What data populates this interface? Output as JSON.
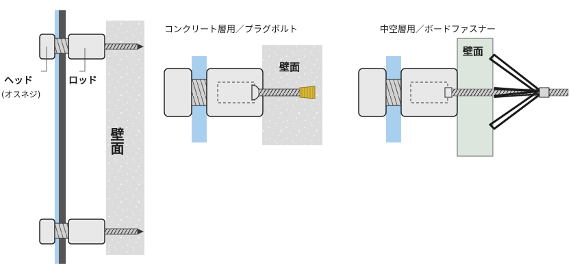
{
  "side_view": {
    "head_label": "ヘッド",
    "head_sub_label": "(オスネジ)",
    "rod_label": "ロッド",
    "wall_label": "壁面"
  },
  "concrete_panel": {
    "title": "コンクリート層用／プラグボルト",
    "wall_label": "壁面"
  },
  "hollow_panel": {
    "title": "中空層用／ボードファスナー",
    "wall_label": "壁面"
  },
  "colors": {
    "glass": "#a9cfee",
    "metal": "#e8e8e8",
    "outline": "#222222",
    "concrete": "#dcdcdc",
    "board": "#dce6dc",
    "plug": "#d8b83a",
    "panel": "#555555"
  }
}
